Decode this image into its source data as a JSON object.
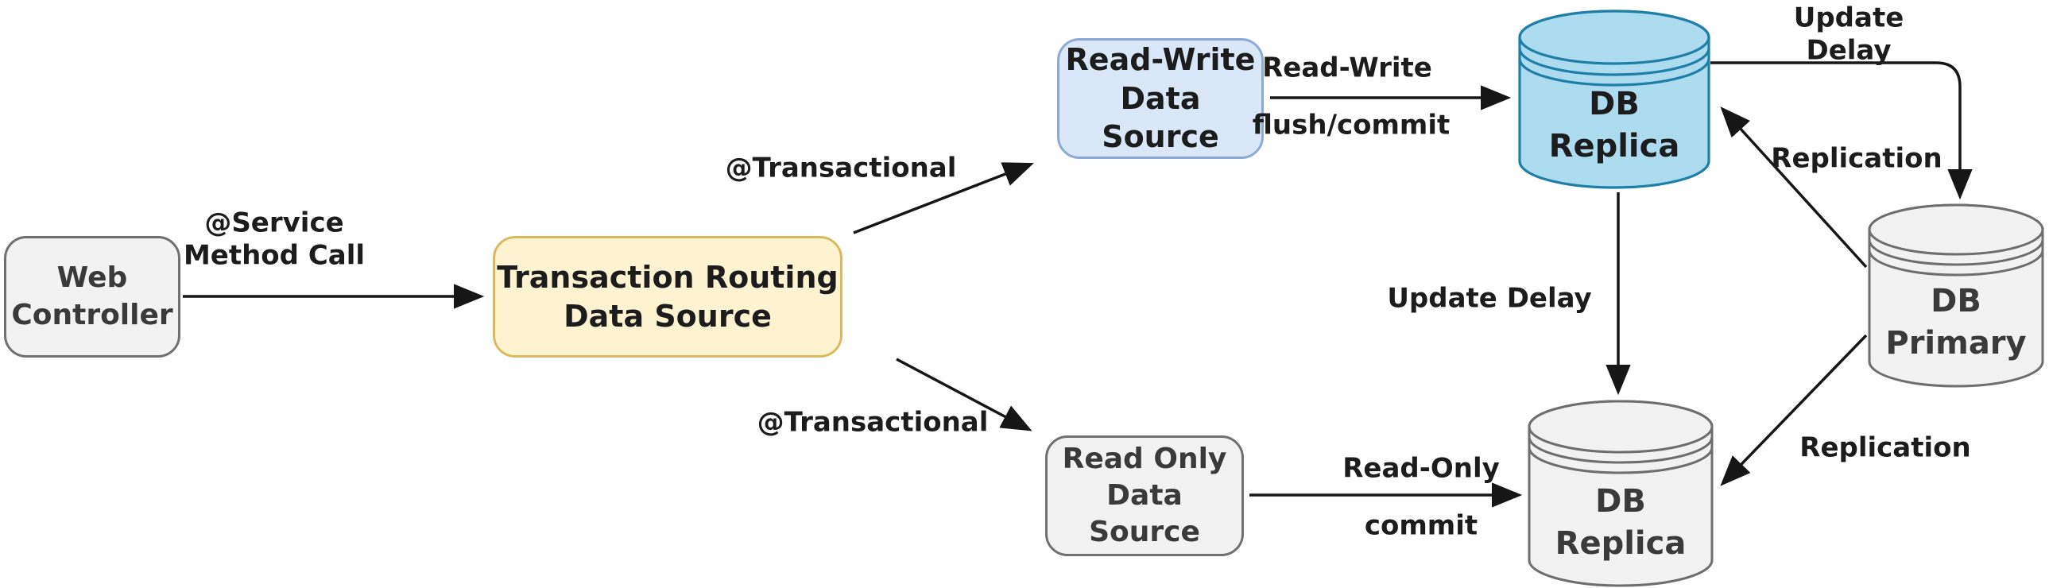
{
  "diagram_type": "architecture-flow",
  "nodes": {
    "web_controller": {
      "label": "Web\nController",
      "shape": "rounded-rect",
      "fill": "#f2f2f2",
      "stroke": "#707070"
    },
    "transaction_routing": {
      "label": "Transaction Routing\nData Source",
      "shape": "rounded-rect",
      "fill": "#fdf3d0",
      "stroke": "#dcb95f"
    },
    "read_write_ds": {
      "label": "Read-Write\nData Source",
      "shape": "rounded-rect",
      "fill": "#dae7f8",
      "stroke": "#8caad6"
    },
    "read_only_ds": {
      "label": "Read Only\nData Source",
      "shape": "rounded-rect",
      "fill": "#f2f2f2",
      "stroke": "#707070"
    },
    "db_replica_rw": {
      "label": "DB\nReplica",
      "shape": "cylinder",
      "fill": "#addcf1",
      "stroke": "#1f7fa6"
    },
    "db_replica_ro": {
      "label": "DB\nReplica",
      "shape": "cylinder",
      "fill": "#f2f2f2",
      "stroke": "#6e6e6e"
    },
    "db_primary": {
      "label": "DB\nPrimary",
      "shape": "cylinder",
      "fill": "#f2f2f2",
      "stroke": "#6e6e6e"
    }
  },
  "edge_labels": {
    "service_call": "@Service\nMethod Call",
    "transactional_top": "@Transactional",
    "transactional_bottom": "@Transactional",
    "read_write": "Read-Write",
    "flush_commit": "flush/commit",
    "read_only": "Read-Only",
    "commit": "commit",
    "update_delay_top": "Update Delay",
    "update_delay_mid": "Update Delay",
    "replication_top": "Replication",
    "replication_bottom": "Replication"
  },
  "edges": [
    {
      "from": "web_controller",
      "to": "transaction_routing",
      "label": "@Service Method Call"
    },
    {
      "from": "transaction_routing",
      "to": "read_write_ds",
      "label": "@Transactional"
    },
    {
      "from": "transaction_routing",
      "to": "read_only_ds",
      "label": "@Transactional"
    },
    {
      "from": "read_write_ds",
      "to": "db_replica_rw",
      "label": "Read-Write flush/commit"
    },
    {
      "from": "read_only_ds",
      "to": "db_replica_ro",
      "label": "Read-Only commit"
    },
    {
      "from": "db_replica_rw",
      "to": "db_primary",
      "label": "Update Delay"
    },
    {
      "from": "db_primary",
      "to": "db_replica_rw",
      "label": "Replication"
    },
    {
      "from": "db_replica_rw",
      "to": "db_replica_ro",
      "label": "Update Delay"
    },
    {
      "from": "db_primary",
      "to": "db_replica_ro",
      "label": "Replication"
    }
  ],
  "colors": {
    "bg": "#ffffff",
    "line": "#161616",
    "text_dark": "#1c1c1c",
    "text_gray": "#3a3a3a",
    "box_gray_fill": "#f2f2f2",
    "box_gray_stroke": "#707070",
    "yellow_fill": "#fdf3d0",
    "yellow_stroke": "#dcb95f",
    "blue_box_fill": "#dae7f8",
    "blue_box_stroke": "#8caad6",
    "blue_cyl_fill": "#addcf1",
    "blue_cyl_stroke": "#1f7fa6",
    "gray_cyl_fill": "#f2f2f2",
    "gray_cyl_stroke": "#6e6e6e"
  }
}
